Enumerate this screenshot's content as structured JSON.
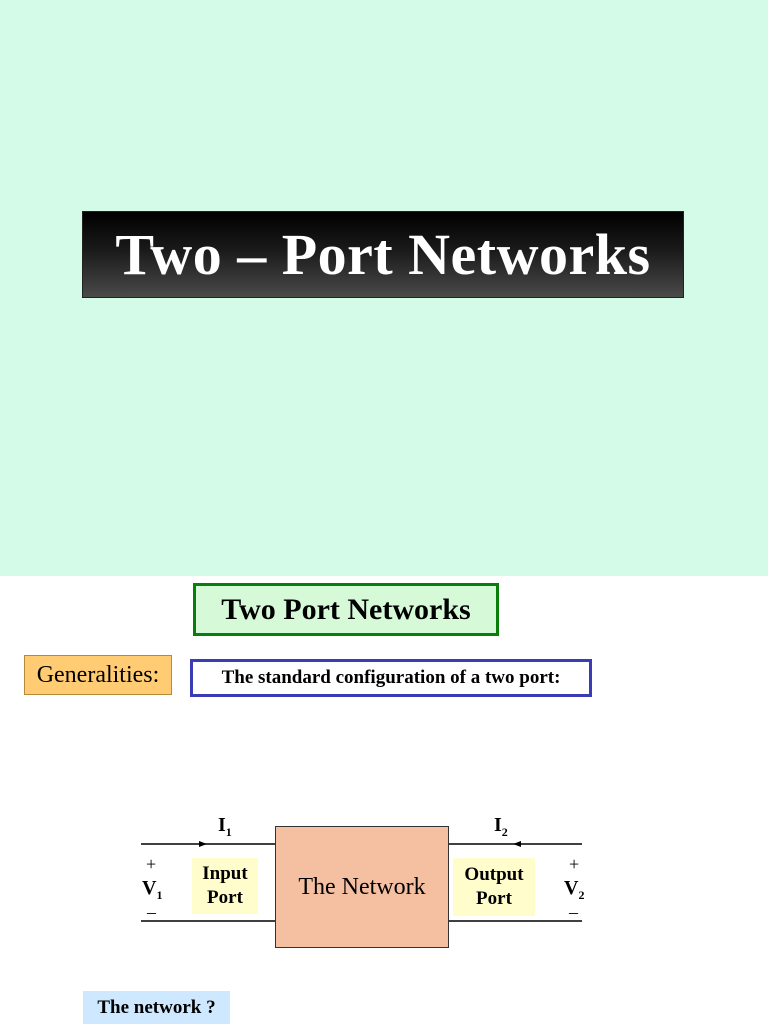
{
  "slide1": {
    "title": "Two – Port Networks"
  },
  "slide2": {
    "heading": "Two Port Networks",
    "generalities_label": "Generalities:",
    "standard_config_label": "The standard configuration of a two port:",
    "diagram": {
      "network_label": "The Network",
      "input_port_line1": "Input",
      "input_port_line2": "Port",
      "output_port_line1": "Output",
      "output_port_line2": "Port",
      "i1_main": "I",
      "i1_sub": "1",
      "i2_main": "I",
      "i2_sub": "2",
      "v1_main": "V",
      "v1_sub": "1",
      "v2_main": "V",
      "v2_sub": "2",
      "plus": "+",
      "minus": "–"
    },
    "question": "The network ?"
  }
}
